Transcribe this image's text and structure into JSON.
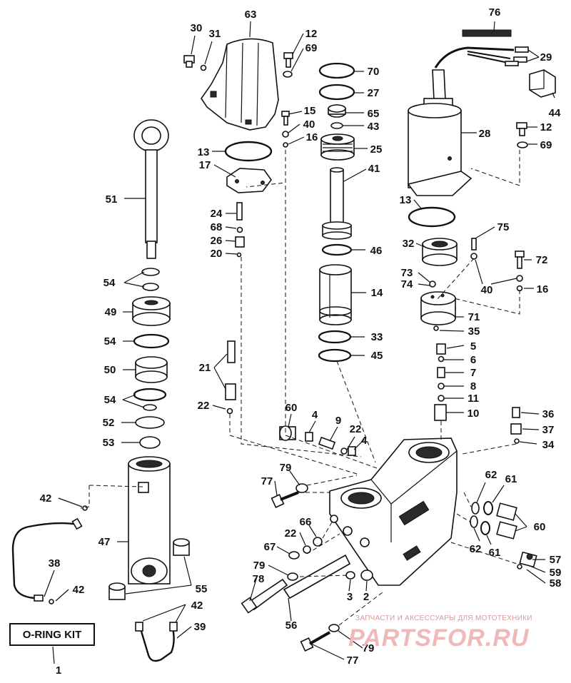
{
  "kit_label": "O-RING KIT",
  "watermark": {
    "caption": "ЗАПЧАСТИ И АКСЕССУАРЫ ДЛЯ МОТОТЕХНИКИ",
    "logo_text": "PARTSFOR.RU"
  },
  "callouts": [
    "1",
    "2",
    "3",
    "4",
    "5",
    "6",
    "7",
    "8",
    "9",
    "10",
    "11",
    "12",
    "13",
    "14",
    "15",
    "16",
    "17",
    "20",
    "21",
    "22",
    "24",
    "25",
    "26",
    "27",
    "28",
    "29",
    "30",
    "31",
    "32",
    "33",
    "34",
    "35",
    "36",
    "37",
    "38",
    "39",
    "40",
    "41",
    "42",
    "43",
    "44",
    "45",
    "46",
    "47",
    "49",
    "50",
    "51",
    "52",
    "53",
    "54",
    "55",
    "56",
    "57",
    "58",
    "59",
    "60",
    "61",
    "62",
    "63",
    "65",
    "66",
    "67",
    "68",
    "69",
    "70",
    "71",
    "72",
    "73",
    "74",
    "75",
    "76",
    "77",
    "78",
    "79"
  ],
  "labels": [
    {
      "text": "63"
    },
    {
      "text": "30"
    },
    {
      "text": "31"
    },
    {
      "text": "12"
    },
    {
      "text": "69"
    },
    {
      "text": "70"
    },
    {
      "text": "27"
    },
    {
      "text": "65"
    },
    {
      "text": "43"
    },
    {
      "text": "15"
    },
    {
      "text": "40"
    },
    {
      "text": "16"
    },
    {
      "text": "13"
    },
    {
      "text": "25"
    },
    {
      "text": "17"
    },
    {
      "text": "41"
    },
    {
      "text": "76"
    },
    {
      "text": "29"
    },
    {
      "text": "44"
    },
    {
      "text": "28"
    },
    {
      "text": "12"
    },
    {
      "text": "69"
    },
    {
      "text": "51"
    },
    {
      "text": "24"
    },
    {
      "text": "68"
    },
    {
      "text": "26"
    },
    {
      "text": "20"
    },
    {
      "text": "46"
    },
    {
      "text": "13"
    },
    {
      "text": "75"
    },
    {
      "text": "32"
    },
    {
      "text": "72"
    },
    {
      "text": "73"
    },
    {
      "text": "74"
    },
    {
      "text": "40"
    },
    {
      "text": "16"
    },
    {
      "text": "14"
    },
    {
      "text": "71"
    },
    {
      "text": "35"
    },
    {
      "text": "54"
    },
    {
      "text": "49"
    },
    {
      "text": "54"
    },
    {
      "text": "33"
    },
    {
      "text": "45"
    },
    {
      "text": "5"
    },
    {
      "text": "6"
    },
    {
      "text": "7"
    },
    {
      "text": "8"
    },
    {
      "text": "11"
    },
    {
      "text": "10"
    },
    {
      "text": "21"
    },
    {
      "text": "50"
    },
    {
      "text": "54"
    },
    {
      "text": "22"
    },
    {
      "text": "52"
    },
    {
      "text": "53"
    },
    {
      "text": "60"
    },
    {
      "text": "4"
    },
    {
      "text": "9"
    },
    {
      "text": "22"
    },
    {
      "text": "4"
    },
    {
      "text": "36"
    },
    {
      "text": "37"
    },
    {
      "text": "34"
    },
    {
      "text": "42"
    },
    {
      "text": "77"
    },
    {
      "text": "79"
    },
    {
      "text": "62"
    },
    {
      "text": "61"
    },
    {
      "text": "47"
    },
    {
      "text": "66"
    },
    {
      "text": "60"
    },
    {
      "text": "22"
    },
    {
      "text": "62"
    },
    {
      "text": "61"
    },
    {
      "text": "67"
    },
    {
      "text": "57"
    },
    {
      "text": "38"
    },
    {
      "text": "79"
    },
    {
      "text": "59"
    },
    {
      "text": "58"
    },
    {
      "text": "42"
    },
    {
      "text": "55"
    },
    {
      "text": "78"
    },
    {
      "text": "3"
    },
    {
      "text": "2"
    },
    {
      "text": "42"
    },
    {
      "text": "56"
    },
    {
      "text": "39"
    },
    {
      "text": "79"
    },
    {
      "text": "77"
    },
    {
      "text": "1"
    }
  ]
}
